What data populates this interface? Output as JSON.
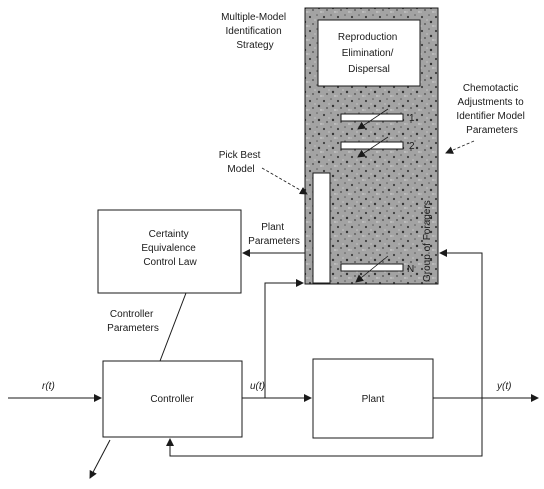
{
  "colors": {
    "ink": "#1a1a1a",
    "paper": "#ffffff",
    "speckle_panel": "#9a9a9a"
  },
  "panel": {
    "title_lines": [
      "Multiple-Model",
      "Identification",
      "Strategy"
    ],
    "reproduction_lines": [
      "Reproduction",
      "Elimination/",
      "Dispersal"
    ],
    "chemotactic_lines": [
      "Chemotactic",
      "Adjustments to",
      "Identifier Model",
      "Parameters"
    ],
    "pick_best_lines": [
      "Pick Best",
      "Model"
    ],
    "group_label": "Group of Foragers",
    "identifier_numbers": [
      "1",
      "2",
      "N"
    ]
  },
  "blocks": {
    "certainty_lines": [
      "Certainty",
      "Equivalence",
      "Control Law"
    ],
    "controller": "Controller",
    "plant": "Plant"
  },
  "signals": {
    "plant_parameters_lines": [
      "Plant",
      "Parameters"
    ],
    "controller_parameters_lines": [
      "Controller",
      "Parameters"
    ],
    "reference": "r(t)",
    "control": "u(t)",
    "output": "y(t)"
  }
}
